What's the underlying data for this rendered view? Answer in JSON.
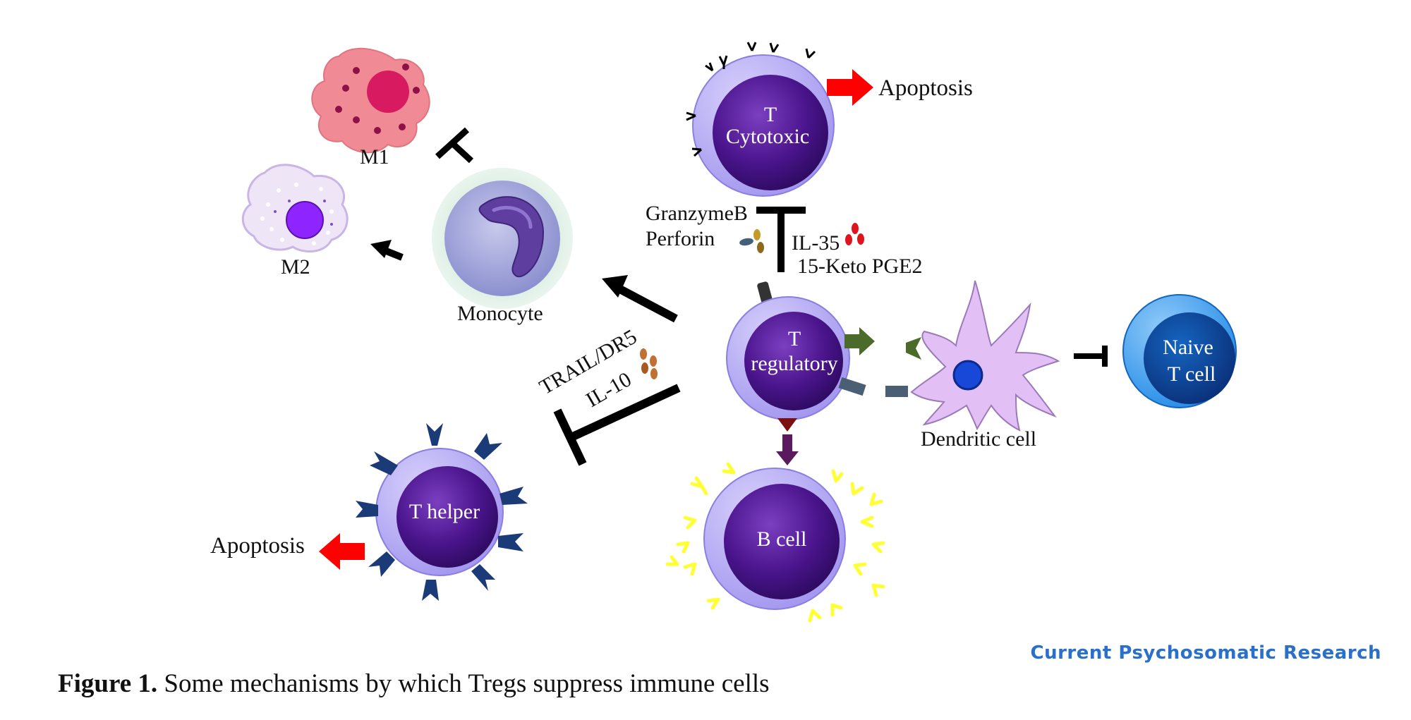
{
  "labels": {
    "m1": "M1",
    "m2": "M2",
    "monocyte": "Monocyte",
    "t_cytotoxic_line1": "T",
    "t_cytotoxic_line2": "Cytotoxic",
    "apoptosis_top": "Apoptosis",
    "granzyme": "GranzymeB",
    "perforin": "Perforin",
    "il35": "IL-35",
    "keto_pge2": "15-Keto PGE2",
    "t_regulatory_line1": "T",
    "t_regulatory_line2": "regulatory",
    "dendritic": "Dendritic  cell",
    "naive_line1": "Naive",
    "naive_line2": "T cell",
    "trail": "TRAIL/DR5",
    "il10": "IL-10",
    "t_helper": "T helper",
    "apoptosis_left": "Apoptosis",
    "b_cell": "B cell"
  },
  "brand": "Current Psychosomatic Research",
  "caption": {
    "label": "Figure 1.",
    "text": " Some mechanisms by which Tregs suppress immune cells"
  },
  "colors": {
    "cell_outer": "#b7aef5",
    "cell_inner": "#4a148c",
    "naive_outer": "#42a5f5",
    "naive_inner": "#0d47a1",
    "dendritic": "#e2bff5",
    "m1": "#f08a94",
    "m2": "#e8def5",
    "arrow_red": "#ff0000",
    "arrow_green": "#4a6b2a",
    "antibody": "#ffff33",
    "receptor_dark_blue": "#1a3a78",
    "brand": "#2a6fc9"
  }
}
